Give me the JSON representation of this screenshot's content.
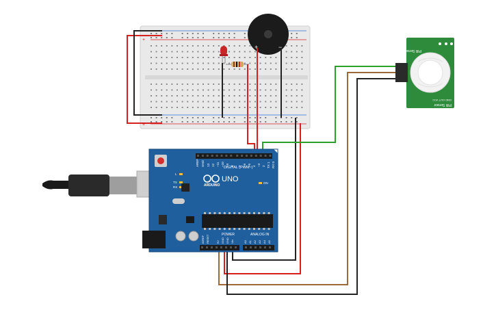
{
  "colors": {
    "board": "#1f5f9e",
    "board_dark": "#164a7d",
    "breadboard": "#e9e9e9",
    "pir_board": "#2e8b3c",
    "wire_red": "#d62020",
    "wire_black": "#222222",
    "wire_green": "#2aa12a",
    "wire_brown": "#9a6a3a",
    "led": "#c62828",
    "buzzer": "#1b1b1b"
  },
  "arduino": {
    "brand": "ARDUINO",
    "model": "UNO",
    "digital_label": "DIGITAL (PWM~)",
    "power_label": "POWER",
    "analog_label": "ANALOG IN",
    "ioref": "IOREF",
    "reset": "RESET",
    "pin_5v": "5V",
    "pin_gnd": "GND",
    "pin_vin": "Vin",
    "pin_a0": "A0",
    "pin_a1": "A1",
    "pin_a2": "A2",
    "pin_a3": "A3",
    "pin_a4": "A4",
    "pin_a5": "A5",
    "pin_aref": "AREF",
    "pin_13": "13",
    "pin_12": "12",
    "pin_11": "~11",
    "pin_10": "~10",
    "pin_9": "~9",
    "pin_8": "8",
    "pin_7": "7",
    "pin_6": "~6",
    "pin_5": "~5",
    "pin_4": "4",
    "pin_3": "~3",
    "pin_2": "2",
    "pin_tx": "TX 1",
    "pin_rx": "RX 0",
    "led_l": "L",
    "led_tx": "TX",
    "led_rx": "RX",
    "led_on": "ON"
  },
  "buzzer": {
    "plus": "+",
    "minus": "−"
  },
  "pir": {
    "title": "PIR Sensor",
    "pins": "GND OUT VCC"
  }
}
